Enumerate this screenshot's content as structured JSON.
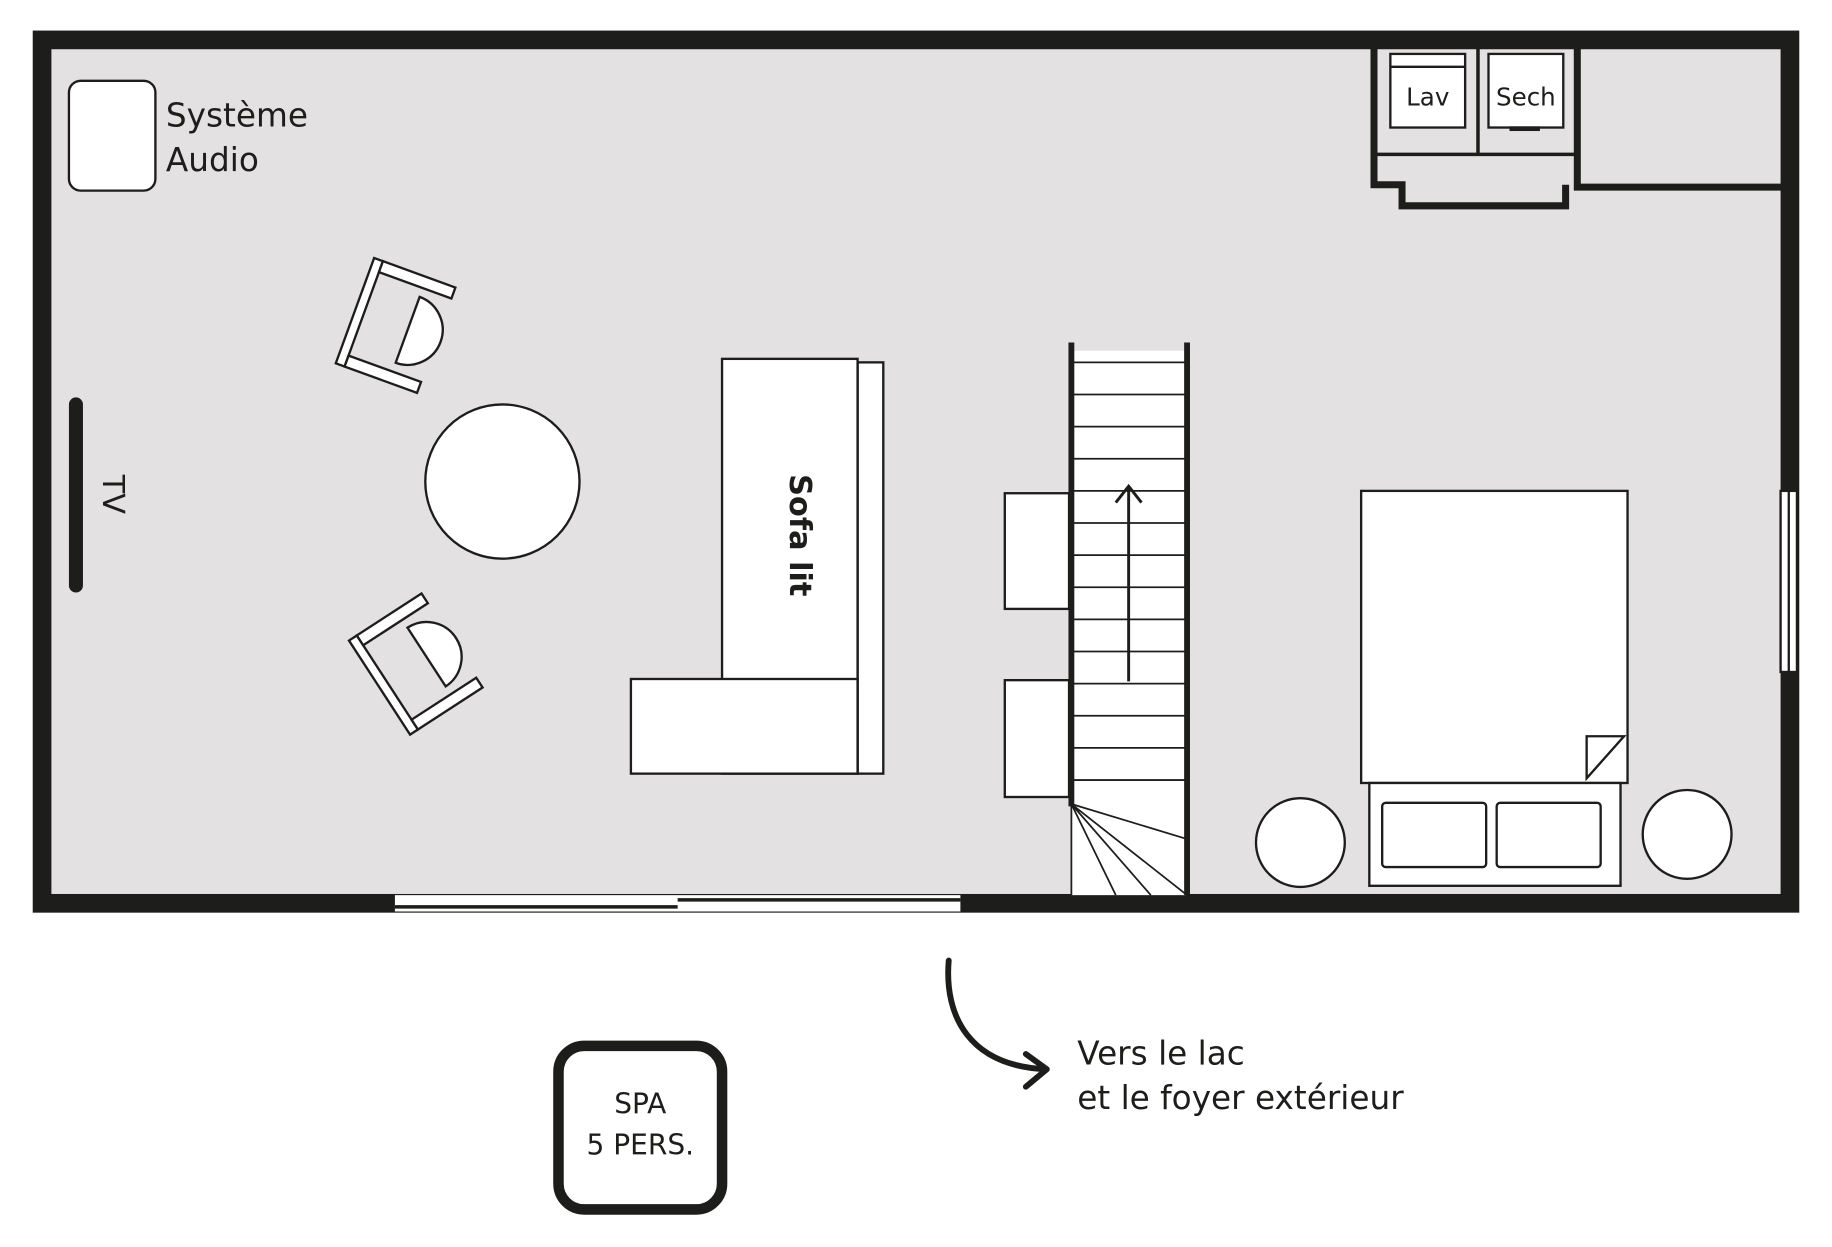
{
  "plan": {
    "colors": {
      "floor": "#e3e1e2",
      "wall": "#1d1d1b",
      "furniture": "#ffffff"
    },
    "labels": {
      "audio_line1": "Système",
      "audio_line2": "Audio",
      "tv": "TV",
      "sofa": "Sofa lit",
      "washer": "Lav",
      "dryer": "Sech",
      "spa_line1": "SPA",
      "spa_line2": "5 PERS.",
      "exit_line1": "Vers le lac",
      "exit_line2": "et le foyer extérieur"
    }
  }
}
